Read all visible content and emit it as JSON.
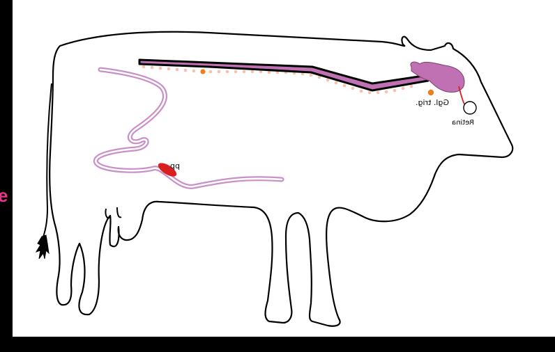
{
  "labels": {
    "ganglion": "Ggl. trig.",
    "retina": "Retina",
    "pp": "pp",
    "edge_letter": "e"
  },
  "colors": {
    "background": "#000000",
    "canvas": "#ffffff",
    "outline": "#000000",
    "nerve_purple": "#c071b3",
    "gut_pink": "#c98fc8",
    "dots_peach": "#f6c2aa",
    "dots_orange": "#f07d1c",
    "pp_red": "#d92020",
    "edge_pink": "#e8358c"
  }
}
